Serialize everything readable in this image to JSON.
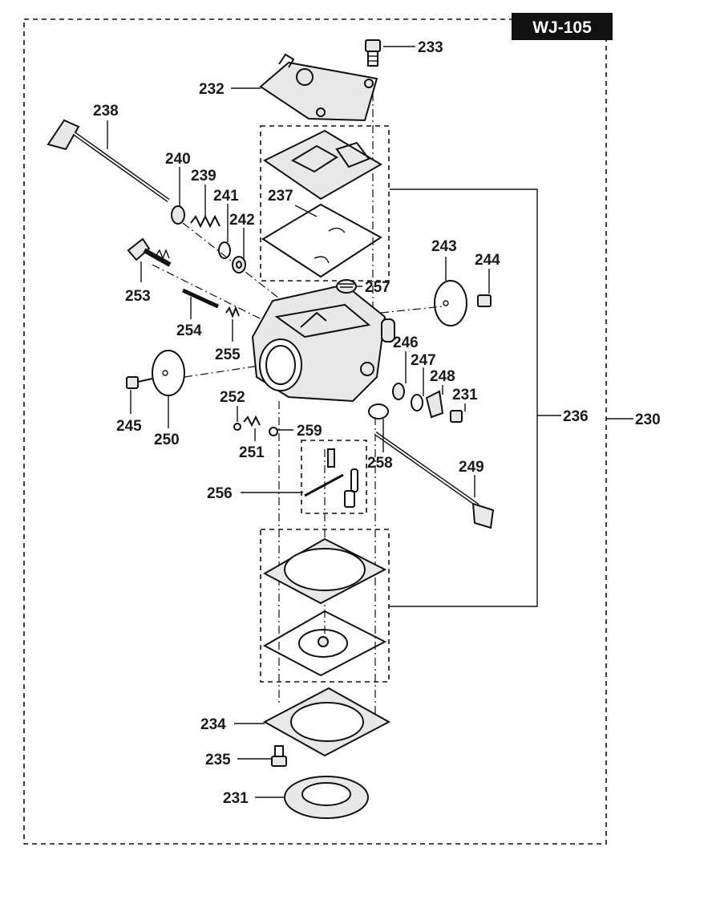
{
  "model_tag": "WJ-105",
  "callouts": {
    "c230": "230",
    "c231a": "231",
    "c231b": "231",
    "c232": "232",
    "c233": "233",
    "c234": "234",
    "c235": "235",
    "c236": "236",
    "c237": "237",
    "c238": "238",
    "c239": "239",
    "c240": "240",
    "c241": "241",
    "c242": "242",
    "c243": "243",
    "c244": "244",
    "c245": "245",
    "c246": "246",
    "c247": "247",
    "c248": "248",
    "c249": "249",
    "c250": "250",
    "c251": "251",
    "c252": "252",
    "c253": "253",
    "c254": "254",
    "c255": "255",
    "c256": "256",
    "c257": "257",
    "c258": "258",
    "c259": "259"
  }
}
